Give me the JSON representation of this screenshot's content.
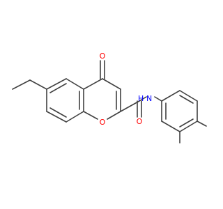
{
  "molecule": {
    "atoms": {
      "ring_oxygen": "O",
      "carbonyl_oxygen_top": "O",
      "amide_oxygen": "O",
      "amide_nitrogen": "N",
      "amide_hydrogen": "H"
    },
    "colors": {
      "bond": "#404040",
      "oxygen": "#ff0000",
      "nitrogen": "#0000ff",
      "background": "#ffffff"
    }
  }
}
